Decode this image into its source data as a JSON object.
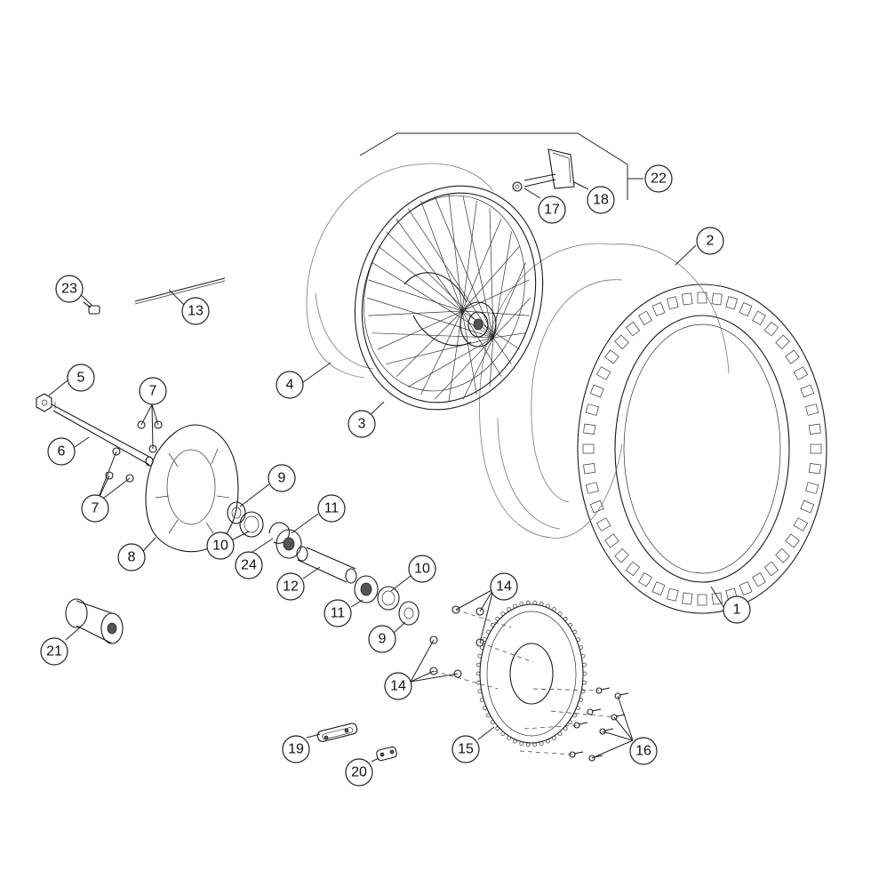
{
  "callouts": [
    {
      "id": "c1",
      "label": "1"
    },
    {
      "id": "c2",
      "label": "2"
    },
    {
      "id": "c3",
      "label": "3"
    },
    {
      "id": "c4",
      "label": "4"
    },
    {
      "id": "c5",
      "label": "5"
    },
    {
      "id": "c6",
      "label": "6"
    },
    {
      "id": "c7a",
      "label": "7"
    },
    {
      "id": "c7b",
      "label": "7"
    },
    {
      "id": "c8",
      "label": "8"
    },
    {
      "id": "c9a",
      "label": "9"
    },
    {
      "id": "c9b",
      "label": "9"
    },
    {
      "id": "c10a",
      "label": "10"
    },
    {
      "id": "c10b",
      "label": "10"
    },
    {
      "id": "c11a",
      "label": "11"
    },
    {
      "id": "c11b",
      "label": "11"
    },
    {
      "id": "c12",
      "label": "12"
    },
    {
      "id": "c13",
      "label": "13"
    },
    {
      "id": "c14a",
      "label": "14"
    },
    {
      "id": "c14b",
      "label": "14"
    },
    {
      "id": "c15",
      "label": "15"
    },
    {
      "id": "c16",
      "label": "16"
    },
    {
      "id": "c17",
      "label": "17"
    },
    {
      "id": "c18",
      "label": "18"
    },
    {
      "id": "c19",
      "label": "19"
    },
    {
      "id": "c20",
      "label": "20"
    },
    {
      "id": "c21",
      "label": "21"
    },
    {
      "id": "c22",
      "label": "22"
    },
    {
      "id": "c23",
      "label": "23"
    },
    {
      "id": "c24",
      "label": "24"
    }
  ]
}
